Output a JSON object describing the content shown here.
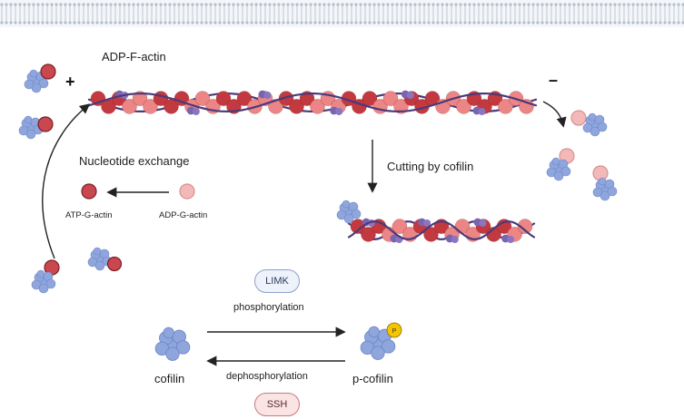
{
  "labels": {
    "filament": "ADP-F-actin",
    "plus": "+",
    "minus": "–",
    "nucleotide_exchange": "Nucleotide exchange",
    "atp_g_actin": "ATP-G-actin",
    "adp_g_actin": "ADP-G-actin",
    "cutting": "Cutting by cofilin",
    "phosphorylation": "phosphorylation",
    "dephosphorylation": "dephosphorylation",
    "cofilin": "cofilin",
    "p_cofilin": "p-cofilin",
    "phosphate": "P"
  },
  "enzymes": {
    "limk": "LIMK",
    "ssh": "SSH"
  },
  "colors": {
    "atp_actin": "#c9474f",
    "adp_actin": "#f3b9b9",
    "filament_dark": "#c2393f",
    "filament_light": "#ec8585",
    "tropomyosin": "#4b3a7a",
    "cofilin_blob": "#8fa6dd",
    "membrane": "#b4bdc9",
    "phosphate": "#f5c400",
    "limk_bg": "#eef2fb",
    "ssh_bg": "#fbe4e4"
  },
  "icons": [
    "cofilin-protein-icon",
    "phosphate-icon",
    "membrane-icon",
    "actin-monomer-icon"
  ]
}
